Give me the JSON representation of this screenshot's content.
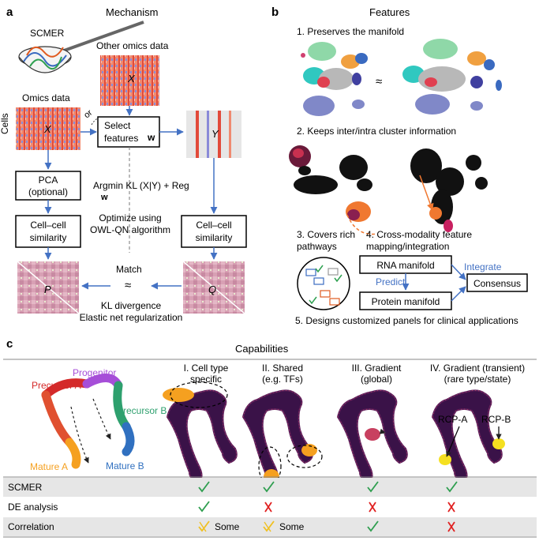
{
  "panel_a": {
    "letter": "a",
    "title": "Mechanism",
    "scmer_label": "SCMER",
    "other_omics_label": "Other omics data",
    "omics_label": "Omics data",
    "cells_label": "Cells",
    "x_symbol": "X",
    "or_label": "or",
    "select_features_label": "Select\nfeatures",
    "w_symbol": "w",
    "y_symbol": "Y",
    "pca_label": "PCA\n(optional)",
    "similarity_left_label": "Cell–cell\nsimilarity",
    "similarity_right_label": "Cell–cell\nsimilarity",
    "argmin_label": "Argmin KL (X|Y) + Reg",
    "argmin_w": "w",
    "optimize_label": "Optimize using\nOWL-QN algorithm",
    "match_label": "Match",
    "approx_symbol": "≈",
    "p_symbol": "P",
    "q_symbol": "Q",
    "kl_label": "KL divergence",
    "elastic_label": "Elastic net regularization"
  },
  "panel_b": {
    "letter": "b",
    "title": "Features",
    "item1": "1. Preserves the manifold",
    "approx_symbol": "≈",
    "item2": "2. Keeps inter/intra cluster information",
    "item3": "3. Covers rich\npathways",
    "item4": "4. Cross-modality feature\nmapping/integration",
    "rna_label": "RNA manifold",
    "protein_label": "Protein manifold",
    "consensus_label": "Consensus",
    "integrate_label": "Integrate",
    "predict_label": "Predict",
    "item5": "5. Designs customized panels for clinical applications"
  },
  "panel_c": {
    "letter": "c",
    "title": "Capabilities",
    "trajectory_labels": {
      "progenitor": "Progenitor",
      "precursor_a": "Precursor A",
      "precursor_b": "Precursor B",
      "mature_a": "Mature A",
      "mature_b": "Mature B"
    },
    "columns": [
      "I. Cell type\nspecific",
      "II. Shared\n(e.g. TFs)",
      "III. Gradient\n(global)",
      "IV. Gradient (transient)\n(rare type/state)"
    ],
    "rcp_a": "RCP-A",
    "rcp_b": "RCP-B",
    "rows": [
      {
        "label": "SCMER",
        "marks": [
          "check",
          "check",
          "check",
          "check"
        ],
        "notes": [
          "",
          "",
          "",
          ""
        ]
      },
      {
        "label": "DE analysis",
        "marks": [
          "check",
          "cross",
          "cross",
          "cross"
        ],
        "notes": [
          "",
          "",
          "",
          ""
        ]
      },
      {
        "label": "Correlation",
        "marks": [
          "partial",
          "partial",
          "check",
          "cross"
        ],
        "notes": [
          "Some",
          "Some",
          "",
          ""
        ]
      }
    ]
  },
  "colors": {
    "arrow_blue": "#4472c4",
    "check_green": "#2e9e4f",
    "cross_red": "#e02020",
    "partial_yellow": "#f0c020",
    "progenitor": "#a64ed8",
    "precursor_a": "#d42a2a",
    "precursor_b": "#2ea06e",
    "mature_a": "#f5a020",
    "mature_b": "#3070c0",
    "row_shade": "#e6e6e6"
  }
}
